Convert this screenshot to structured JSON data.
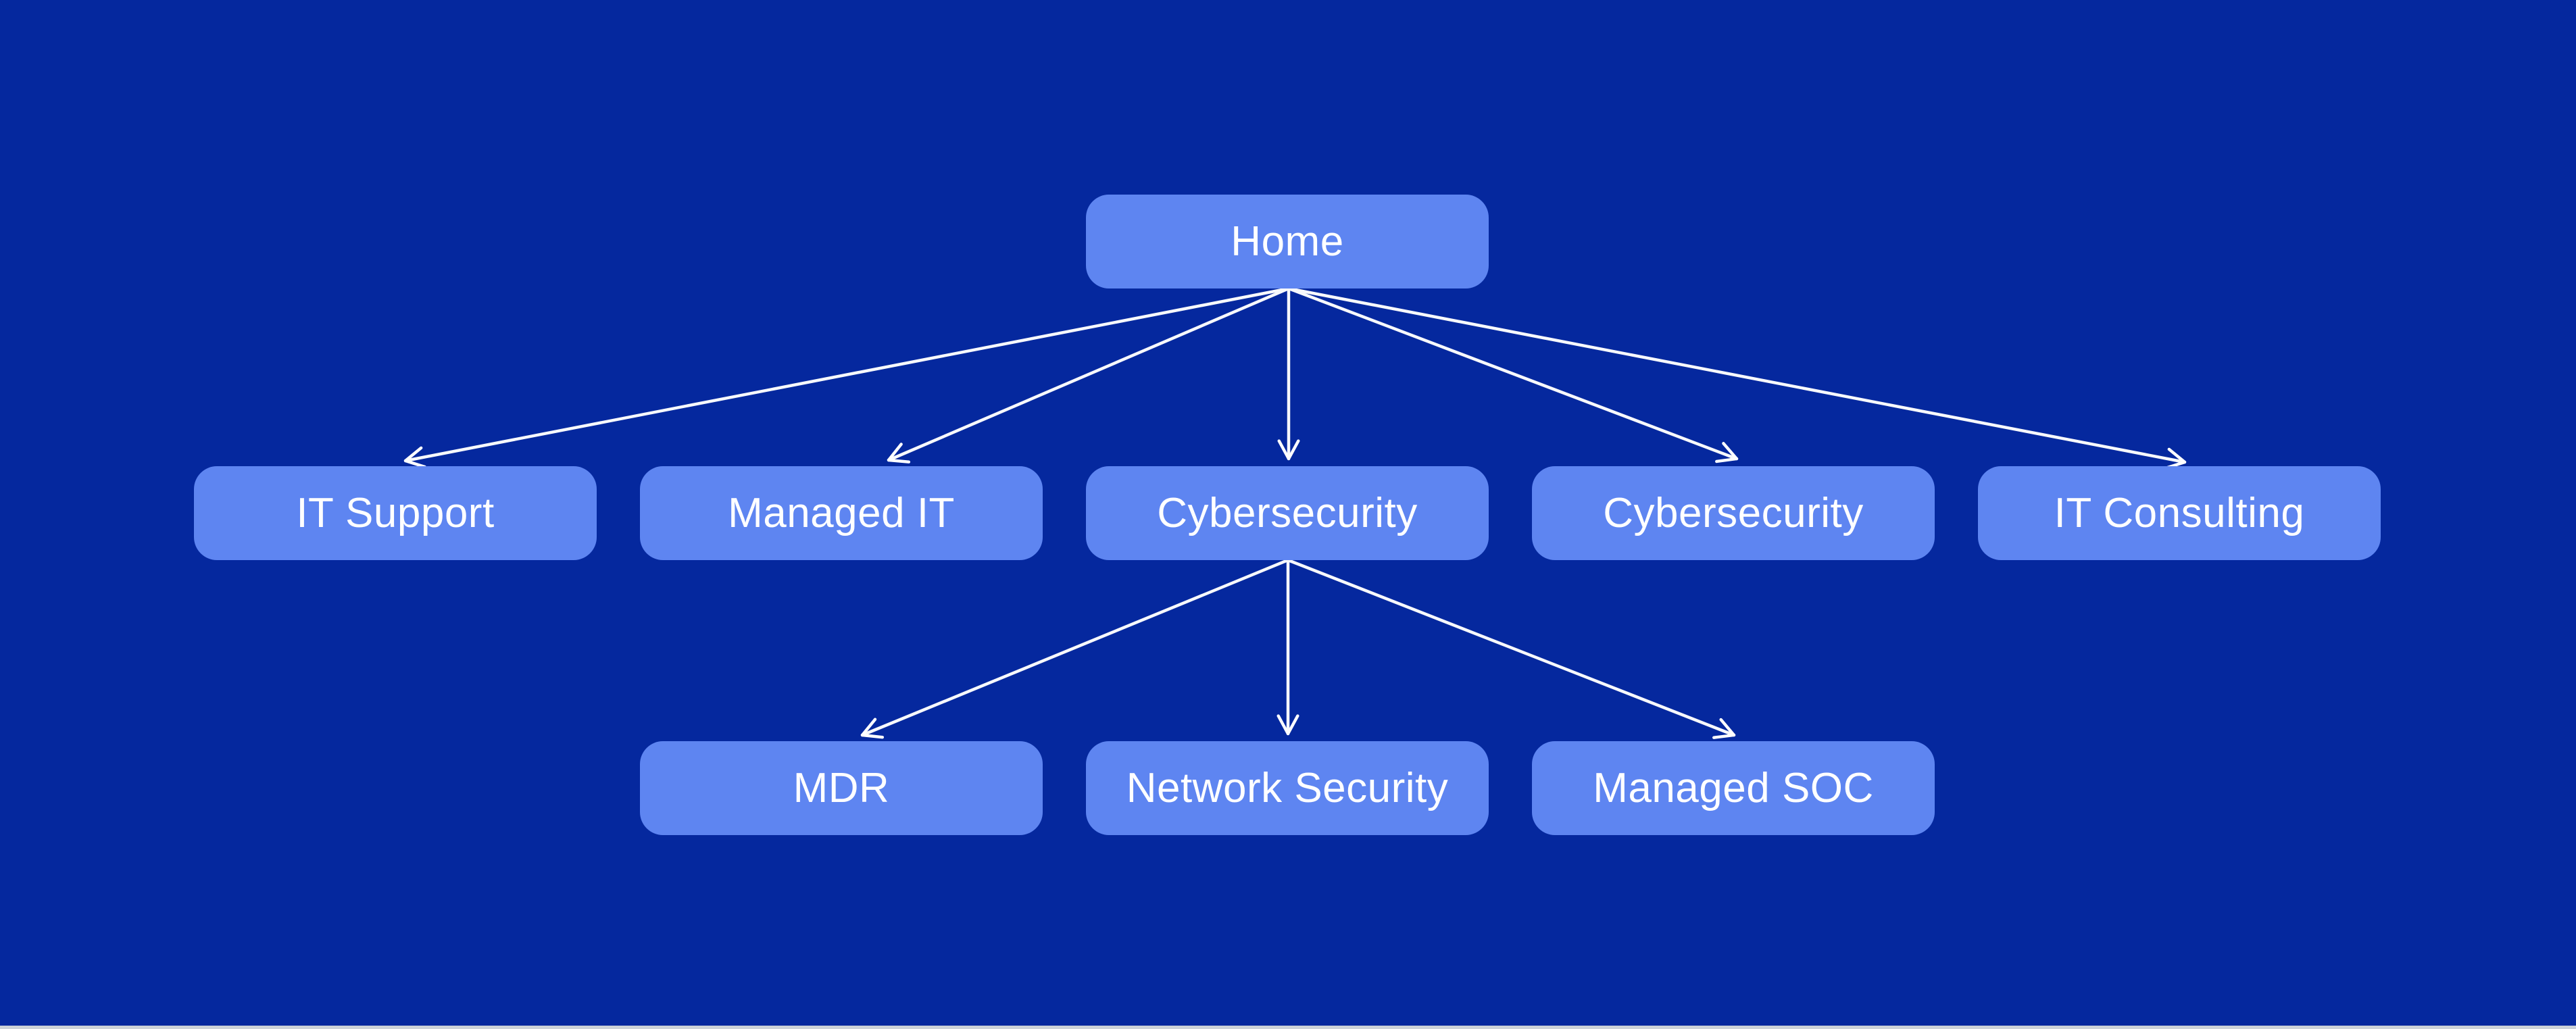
{
  "diagram": {
    "type": "sitemap-tree",
    "nodes": {
      "home": {
        "label": "Home",
        "level": 1
      },
      "it_support": {
        "label": "IT Support",
        "level": 2,
        "parent": "home"
      },
      "managed_it": {
        "label": "Managed IT",
        "level": 2,
        "parent": "home"
      },
      "cybersecurity_1": {
        "label": "Cybersecurity",
        "level": 2,
        "parent": "home"
      },
      "cybersecurity_2": {
        "label": "Cybersecurity",
        "level": 2,
        "parent": "home"
      },
      "it_consulting": {
        "label": "IT Consulting",
        "level": 2,
        "parent": "home"
      },
      "mdr": {
        "label": "MDR",
        "level": 3,
        "parent": "cybersecurity_1"
      },
      "network_security": {
        "label": "Network Security",
        "level": 3,
        "parent": "cybersecurity_1"
      },
      "managed_soc": {
        "label": "Managed SOC",
        "level": 3,
        "parent": "cybersecurity_1"
      }
    },
    "edges": [
      {
        "from": "home",
        "to": "it_support"
      },
      {
        "from": "home",
        "to": "managed_it"
      },
      {
        "from": "home",
        "to": "cybersecurity_1"
      },
      {
        "from": "home",
        "to": "cybersecurity_2"
      },
      {
        "from": "home",
        "to": "it_consulting"
      },
      {
        "from": "cybersecurity_1",
        "to": "mdr"
      },
      {
        "from": "cybersecurity_1",
        "to": "network_security"
      },
      {
        "from": "cybersecurity_1",
        "to": "managed_soc"
      }
    ],
    "colors": {
      "background": "#05289E",
      "node_fill": "#5E85F1",
      "node_text": "#FFFFFF",
      "connector": "#F7F9FC",
      "bottom_strip": "#CCD2D8"
    }
  }
}
